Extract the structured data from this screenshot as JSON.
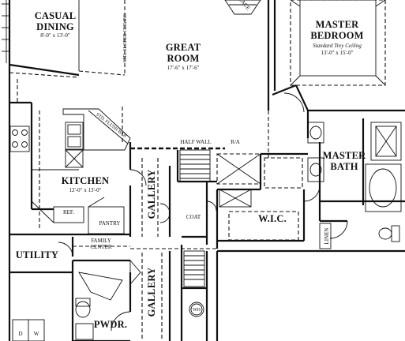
{
  "rooms": {
    "casual_dining": {
      "name_line1": "CASUAL",
      "name_line2": "DINING",
      "dims": "8'-0\" x 13'-0\""
    },
    "great_room": {
      "name_line1": "GREAT",
      "name_line2": "ROOM",
      "dims": "17'-6\" x 17'-6\""
    },
    "master_bedroom": {
      "name_line1": "MASTER",
      "name_line2": "BEDROOM",
      "note": "Standard Trey Ceiling",
      "dims": "13'-0\" x 15'-0\""
    },
    "kitchen": {
      "name": "KITCHEN",
      "dims": "12'-0\" x 13'-0\""
    },
    "master_bath": {
      "name_line1": "MASTER",
      "name_line2": "BATH"
    },
    "wic": {
      "name": "W.I.C."
    },
    "utility": {
      "name": "UTILITY"
    },
    "powder": {
      "name": "PWDR."
    },
    "gallery_upper": {
      "name": "GALLERY"
    },
    "gallery_lower": {
      "name": "GALLERY"
    },
    "coat": {
      "name": "COAT"
    },
    "pantry": {
      "name": "PANTRY"
    },
    "linen": {
      "name": "LINEN"
    },
    "family_center": {
      "name_line1": "FAMILY",
      "name_line2": "CENTER"
    }
  },
  "notes": {
    "sloped_ceiling": "STD. SLOPED CEILING",
    "flush_bar": "STD. FLUSH BAR",
    "half_wall": "HALF WALL",
    "ra": "R/A",
    "ref": "REF.",
    "wh": "WH",
    "fireplace": "LACE",
    "washer": "W",
    "dryer": "D"
  }
}
